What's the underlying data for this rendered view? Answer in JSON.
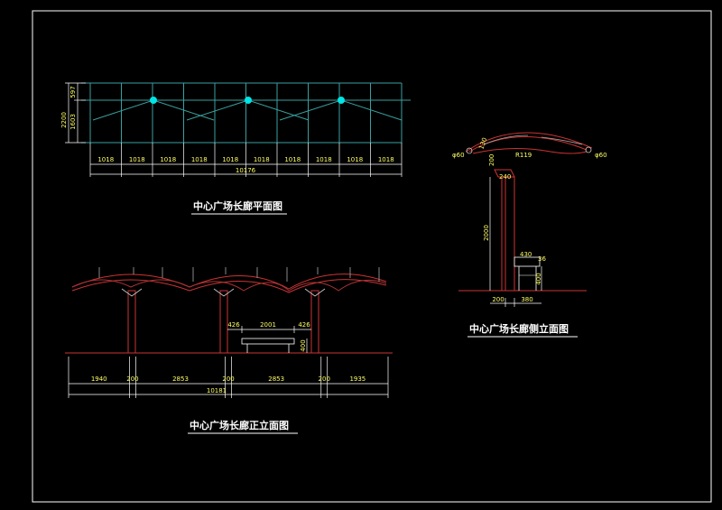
{
  "colors": {
    "background": "#000000",
    "border": "#ffffff",
    "dimension": "#ffff66",
    "structure": "#cc3333",
    "plan_lines": "#3aa0a0",
    "node": "#00e5e5"
  },
  "plan": {
    "title": "中心广场长廊平面图",
    "height_total": "2200",
    "height_top": "597",
    "height_bottom": "1603",
    "bays": [
      "1018",
      "1018",
      "1018",
      "1018",
      "1018",
      "1018",
      "1018",
      "1018",
      "1018",
      "1018"
    ],
    "length_total": "10176"
  },
  "front": {
    "title": "中心广场长廊正立面图",
    "bench_width": "2001",
    "bench_gap_left": "426",
    "bench_gap_right": "426",
    "bench_height": "400",
    "segments": [
      "1940",
      "200",
      "2853",
      "200",
      "2853",
      "200",
      "1935"
    ],
    "length_total": "10181"
  },
  "side": {
    "title": "中心广场长廊侧立面图",
    "left_dia": "φ60",
    "right_dia": "φ60",
    "arc_label": "R119",
    "cap_a": "130",
    "cap_b": "200",
    "col_top": "240",
    "col_height": "2000",
    "bench_top": "430",
    "bench_side": "36",
    "bench_height": "400",
    "base_width": "200",
    "bench_width": "380"
  }
}
